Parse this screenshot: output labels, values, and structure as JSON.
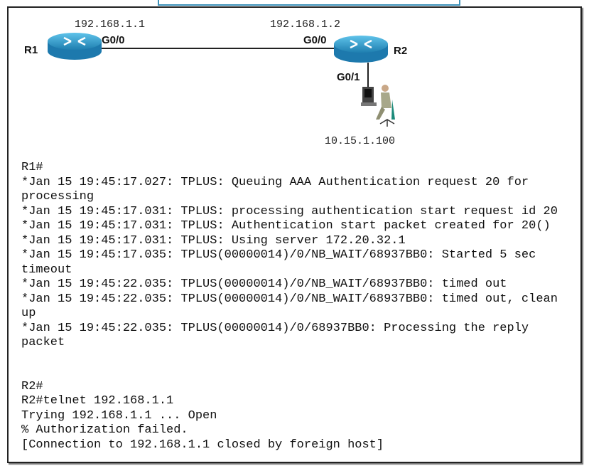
{
  "diagram": {
    "r1": {
      "name": "R1",
      "ip": "192.168.1.1",
      "interface": "G0/0"
    },
    "r2": {
      "name": "R2",
      "ip": "192.168.1.2",
      "interface_g00": "G0/0",
      "interface_g01": "G0/1"
    },
    "pc": {
      "ip": "10.15.1.100"
    }
  },
  "terminal": {
    "lines": [
      "R1#",
      "*Jan 15 19:45:17.027: TPLUS: Queuing AAA Authentication request 20 for",
      "processing",
      "*Jan 15 19:45:17.031: TPLUS: processing authentication start request id 20",
      "*Jan 15 19:45:17.031: TPLUS: Authentication start packet created for 20()",
      "*Jan 15 19:45:17.031: TPLUS: Using server 172.20.32.1",
      "*Jan 15 19:45:17.035: TPLUS(00000014)/0/NB_WAIT/68937BB0: Started 5 sec",
      "timeout",
      "*Jan 15 19:45:22.035: TPLUS(00000014)/0/NB_WAIT/68937BB0: timed out",
      "*Jan 15 19:45:22.035: TPLUS(00000014)/0/NB_WAIT/68937BB0: timed out, clean",
      "up",
      "*Jan 15 19:45:22.035: TPLUS(00000014)/0/68937BB0: Processing the reply",
      "packet",
      "",
      "",
      "R2#",
      "R2#telnet 192.168.1.1",
      "Trying 192.168.1.1 ... Open",
      "% Authorization failed.",
      "[Connection to 192.168.1.1 closed by foreign host]"
    ]
  }
}
